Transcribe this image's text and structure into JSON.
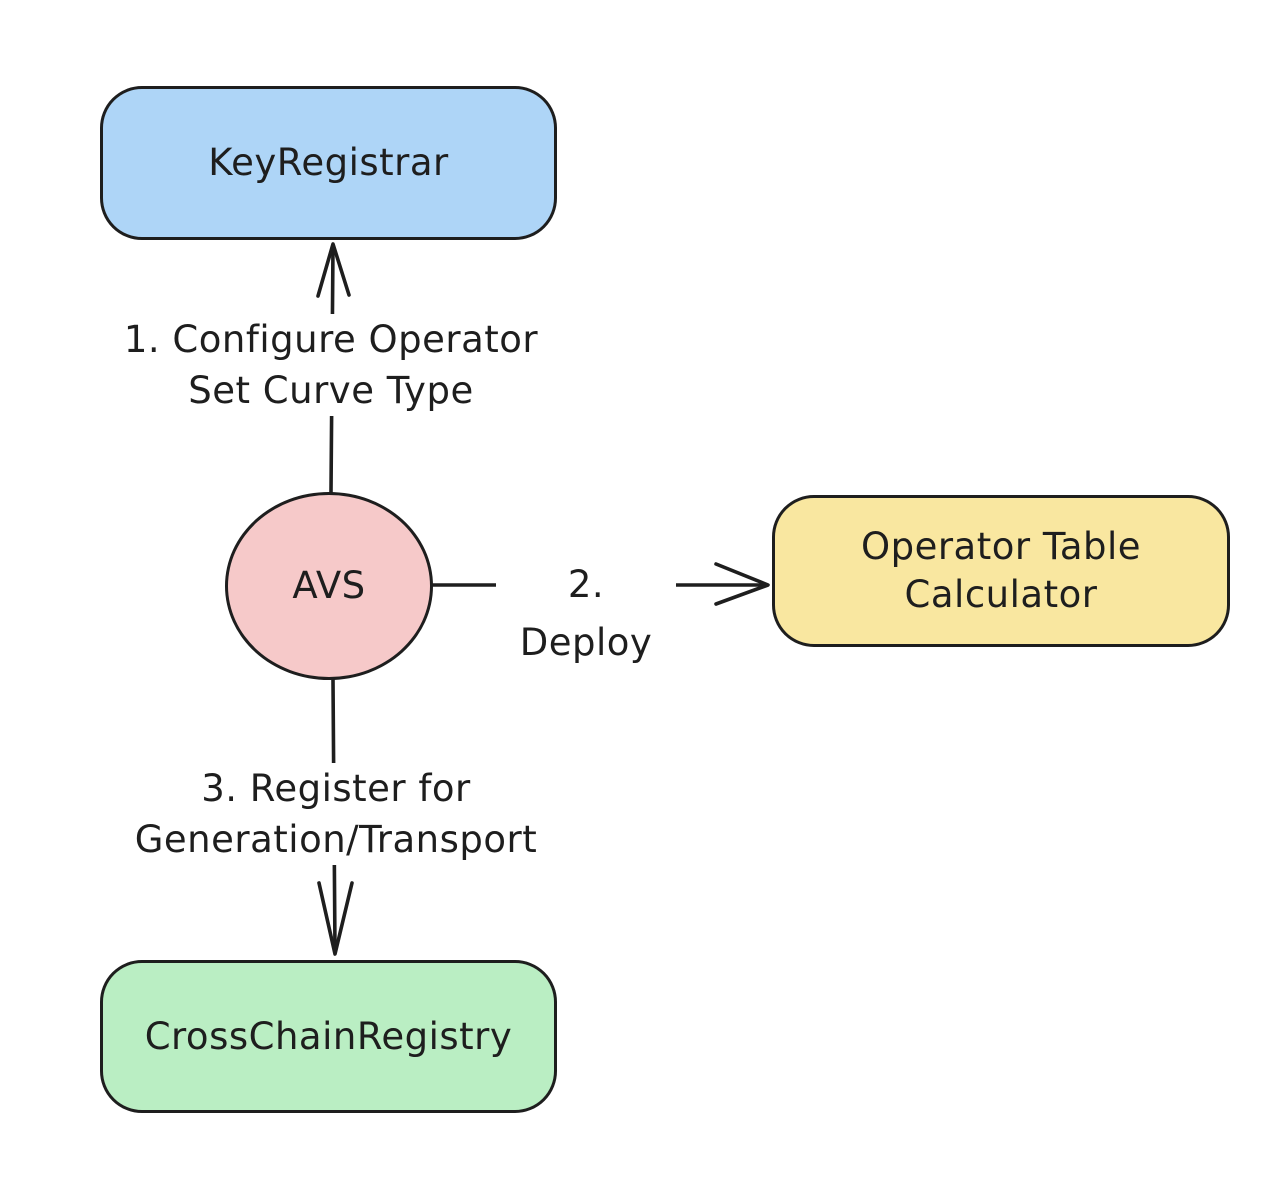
{
  "diagram": {
    "background_color": "#ffffff",
    "stroke_color": "#1e1e1e",
    "nodes": {
      "key_registrar": {
        "label": "KeyRegistrar",
        "shape": "rounded-rect",
        "fill": "#aed5f7"
      },
      "avs": {
        "label": "AVS",
        "shape": "ellipse",
        "fill": "#f6c9c9"
      },
      "operator_table_calculator": {
        "label": "Operator Table Calculator",
        "shape": "rounded-rect",
        "fill": "#f9e7a0"
      },
      "cross_chain_registry": {
        "label": "CrossChainRegistry",
        "shape": "rounded-rect",
        "fill": "#baeec3"
      }
    },
    "edges": {
      "configure": {
        "from": "AVS",
        "to": "KeyRegistrar",
        "direction": "up",
        "line1": "1. Configure Operator",
        "line2": "Set Curve Type"
      },
      "deploy": {
        "from": "AVS",
        "to": "Operator Table Calculator",
        "direction": "right",
        "line1": "2. Deploy"
      },
      "register": {
        "from": "AVS",
        "to": "CrossChainRegistry",
        "direction": "down",
        "line1": "3. Register for",
        "line2": "Generation/Transport"
      }
    }
  }
}
